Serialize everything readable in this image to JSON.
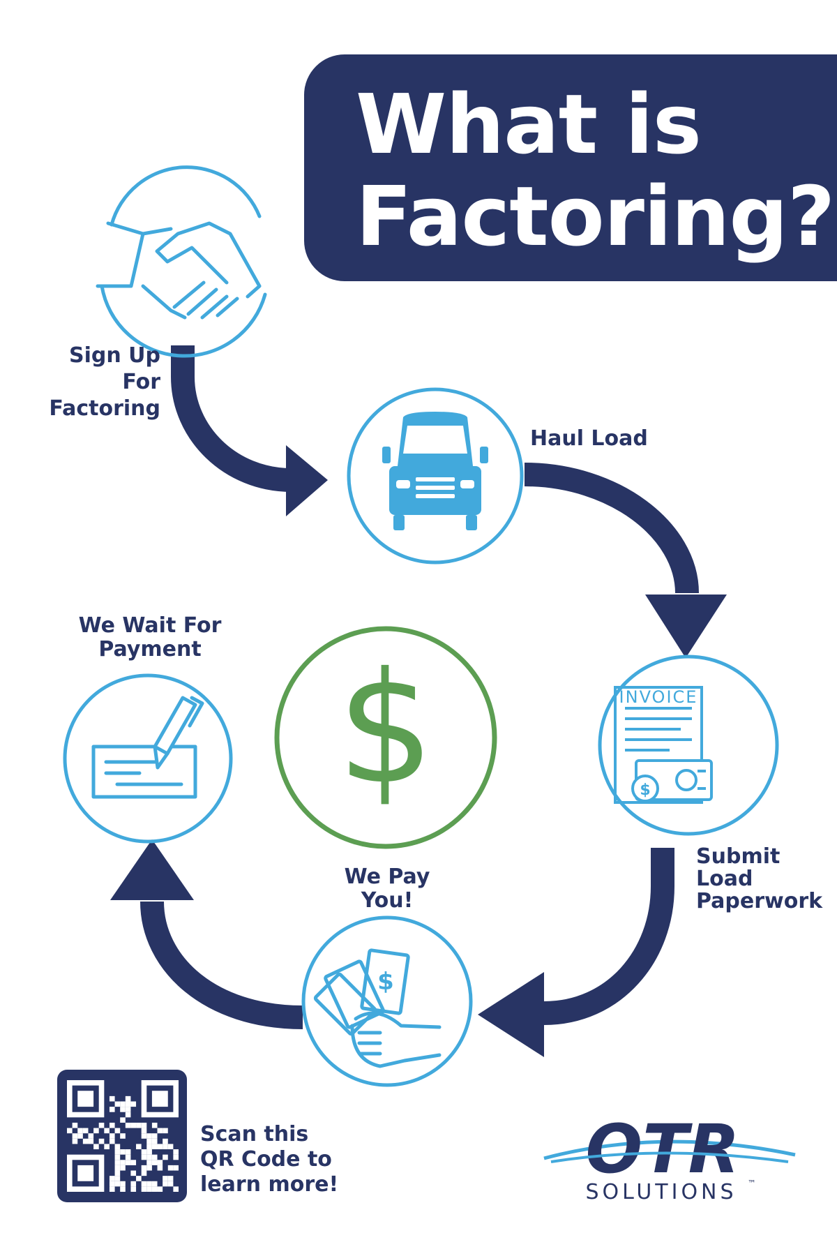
{
  "title": {
    "line1": "What is",
    "line2": "Factoring?"
  },
  "steps": [
    {
      "line1": "Sign Up For",
      "line2": "Factoring",
      "icon": "handshake-icon"
    },
    {
      "line1": "Haul Load",
      "icon": "truck-icon"
    },
    {
      "line1": "Submit",
      "line2": "Load",
      "line3": "Paperwork",
      "icon": "invoice-icon",
      "invoice_text": "INVOICE"
    },
    {
      "line1": "We Pay",
      "line2": "You!",
      "icon": "cash-in-hand-icon"
    },
    {
      "line1": "We Wait For",
      "line2": "Payment",
      "icon": "check-signing-icon"
    }
  ],
  "center": {
    "symbol": "$",
    "icon": "dollar-icon"
  },
  "qr": {
    "line1": "Scan this",
    "line2": "QR Code to",
    "line3": "learn more!"
  },
  "brand": {
    "name": "OTR",
    "tagline": "SOLUTIONS",
    "tm": "™"
  },
  "colors": {
    "navy": "#283464",
    "light_blue": "#42a9dc",
    "green": "#5c9e52",
    "white": "#ffffff"
  }
}
